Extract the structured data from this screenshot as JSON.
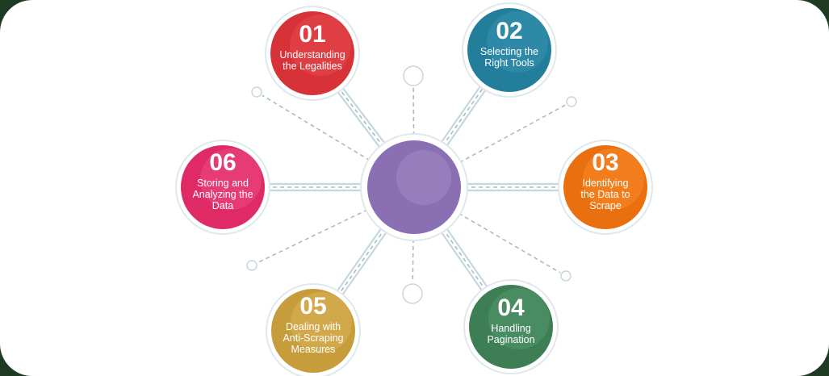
{
  "steps": [
    {
      "number": "01",
      "lines": [
        "Understanding",
        "the Legalities"
      ],
      "color": "#d63238",
      "color_light": "#e84a4e"
    },
    {
      "number": "02",
      "lines": [
        "Selecting the",
        "Right Tools"
      ],
      "color": "#237e9c",
      "color_light": "#3a94b2"
    },
    {
      "number": "03",
      "lines": [
        "Identifying",
        "the Data to",
        "Scrape"
      ],
      "color": "#ea6f0e",
      "color_light": "#f78c2c"
    },
    {
      "number": "04",
      "lines": [
        "Handling",
        "Pagination"
      ],
      "color": "#3d7e54",
      "color_light": "#57996d"
    },
    {
      "number": "05",
      "lines": [
        "Dealing with",
        "Anti-Scraping",
        "Measures"
      ],
      "color": "#c79d3c",
      "color_light": "#dcb658"
    },
    {
      "number": "06",
      "lines": [
        "Storing and",
        "Analyzing the",
        "Data"
      ],
      "color": "#df2a66",
      "color_light": "#ee4b82"
    }
  ],
  "hub": {
    "color": "#8a6fb2",
    "color_light": "#a08bc4"
  },
  "connector_color": "#c5d8df",
  "dash_color": "#a7bcc4",
  "outline_color": "#dfe8ec"
}
